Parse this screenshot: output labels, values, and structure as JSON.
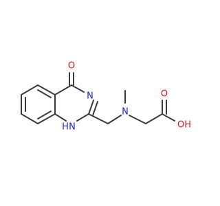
{
  "molecule": {
    "atoms": {
      "oxygen_carbonyl": {
        "symbol": "O",
        "color": "#e8101e"
      },
      "nitrogen_ring": {
        "symbol": "N",
        "color": "#1d1df2"
      },
      "nitrogen_nh": {
        "symbol": "H",
        "h_symbol": "N",
        "color": "#1d1df2"
      },
      "nitrogen_amine": {
        "symbol": "N",
        "color": "#1d1df2"
      },
      "oxygen_acid_carbonyl": {
        "symbol": "O",
        "color": "#e8101e"
      },
      "oxygen_hydroxyl": {
        "symbol": "OH",
        "color": "#e8101e"
      }
    }
  }
}
